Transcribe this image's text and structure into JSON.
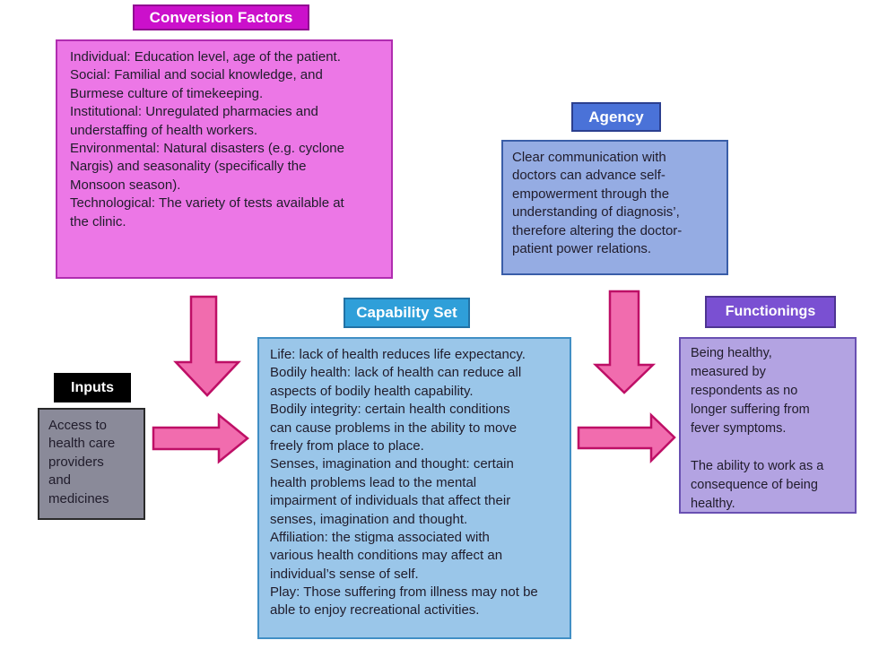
{
  "palette": {
    "background": "#ffffff",
    "text": "#201c2b",
    "arrow_fill": "#f16cae",
    "arrow_stroke": "#be0f66",
    "conversion_label_fill": "#cb10cb",
    "conversion_body_fill": "#ec77e6",
    "agency_label_fill": "#4a72d8",
    "agency_body_fill": "#95ace3",
    "capability_label_fill": "#2f9fd9",
    "capability_body_fill": "#9ac6e9",
    "functionings_label_fill": "#7a50d2",
    "functionings_body_fill": "#b3a3e2",
    "inputs_label_fill": "#000000",
    "inputs_body_fill": "#8a8a99"
  },
  "diagram": {
    "conversion_factors": {
      "label": "Conversion Factors",
      "body": "Individual: Education level, age of the patient.\nSocial: Familial and social knowledge, and\nBurmese culture of timekeeping.\nInstitutional: Unregulated pharmacies and\nunderstaffing of health workers.\nEnvironmental: Natural disasters (e.g. cyclone\nNargis) and seasonality (specifically the\nMonsoon season).\nTechnological: The variety of tests available at\nthe clinic."
    },
    "agency": {
      "label": "Agency",
      "body": "Clear communication with\ndoctors can advance self-\nempowerment through the\nunderstanding of diagnosis’,\ntherefore altering the doctor-\npatient power relations."
    },
    "capability_set": {
      "label": "Capability Set",
      "body": "Life: lack of health reduces life expectancy.\nBodily health: lack of health can reduce all\naspects of bodily health capability.\nBodily integrity: certain health conditions\ncan cause problems in the ability to move\nfreely from place to place.\nSenses, imagination and thought: certain\nhealth problems lead to the mental\nimpairment of individuals that affect their\nsenses, imagination and thought.\nAffiliation: the stigma associated with\nvarious health conditions may affect an\nindividual’s sense of self.\nPlay: Those suffering from illness may not be\nable to enjoy recreational activities."
    },
    "functionings": {
      "label": "Functionings",
      "body": "Being healthy,\nmeasured by\nrespondents as no\nlonger suffering from\nfever symptoms.\n\nThe ability to work as a\nconsequence of being\nhealthy."
    },
    "inputs": {
      "label": "Inputs",
      "body": "Access to\nhealth care\nproviders\nand\nmedicines"
    }
  },
  "arrows": [
    {
      "name": "conversion-factors-down-arrow",
      "direction": "down"
    },
    {
      "name": "inputs-to-capability-arrow",
      "direction": "right"
    },
    {
      "name": "agency-down-arrow",
      "direction": "down"
    },
    {
      "name": "capability-to-functionings-arrow",
      "direction": "right"
    }
  ]
}
